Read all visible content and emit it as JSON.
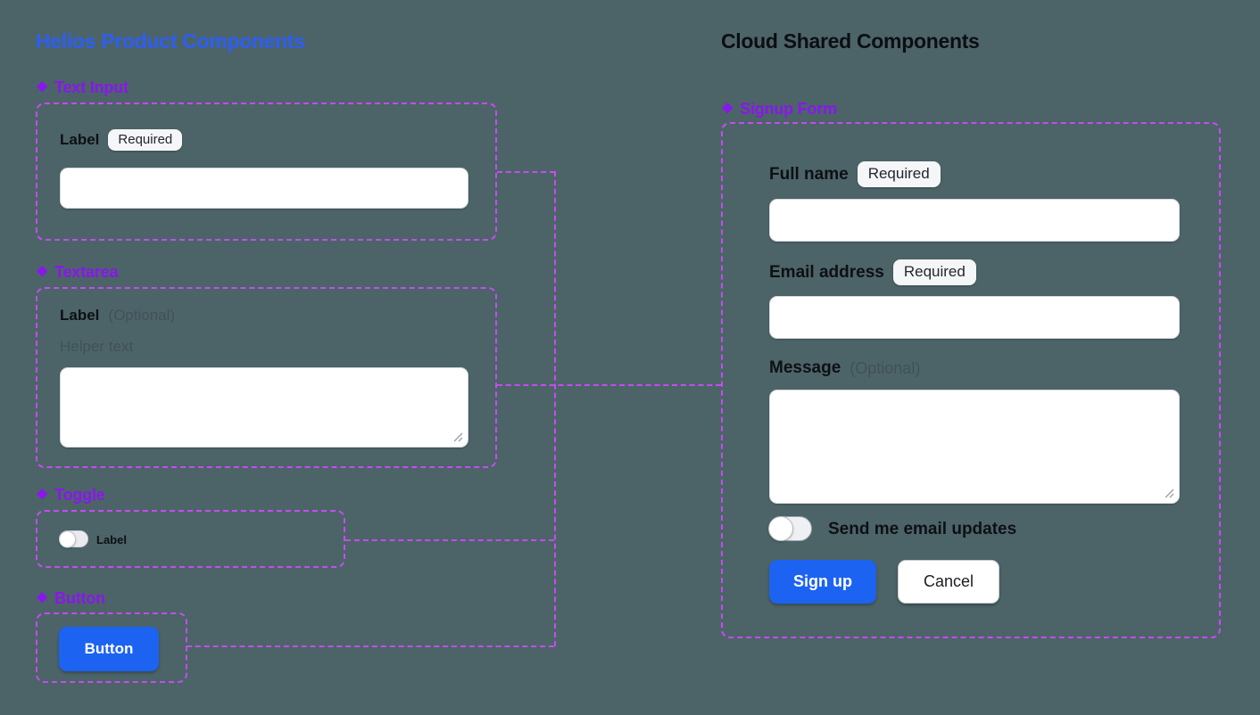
{
  "colors": {
    "background": "#4c6468",
    "left_title": "#2d5ef2",
    "section_purple": "#8a16ee",
    "dash_purple": "#c44cf2",
    "primary_blue": "#1c63f2",
    "right_title": "#0c0e13"
  },
  "icons": {
    "component": "❖"
  },
  "left": {
    "title": "Helios Product Components",
    "text_input": {
      "section_label": "Text Input",
      "field_label": "Label",
      "required_badge": "Required",
      "value": ""
    },
    "textarea": {
      "section_label": "Textarea",
      "field_label": "Label",
      "optional_note": "(Optional)",
      "helper_text": "Helper text",
      "value": ""
    },
    "toggle": {
      "section_label": "Toggle",
      "toggle_label": "Label",
      "state": "off"
    },
    "button": {
      "section_label": "Button",
      "button_label": "Button"
    }
  },
  "right": {
    "title": "Cloud Shared Components",
    "signup_form": {
      "section_label": "Signup Form",
      "full_name": {
        "label": "Full name",
        "required_badge": "Required",
        "value": ""
      },
      "email": {
        "label": "Email address",
        "required_badge": "Required",
        "value": ""
      },
      "message": {
        "label": "Message",
        "optional_note": "(Optional)",
        "value": ""
      },
      "email_updates": {
        "label": "Send me email updates",
        "state": "off"
      },
      "signup_button": "Sign up",
      "cancel_button": "Cancel"
    }
  }
}
